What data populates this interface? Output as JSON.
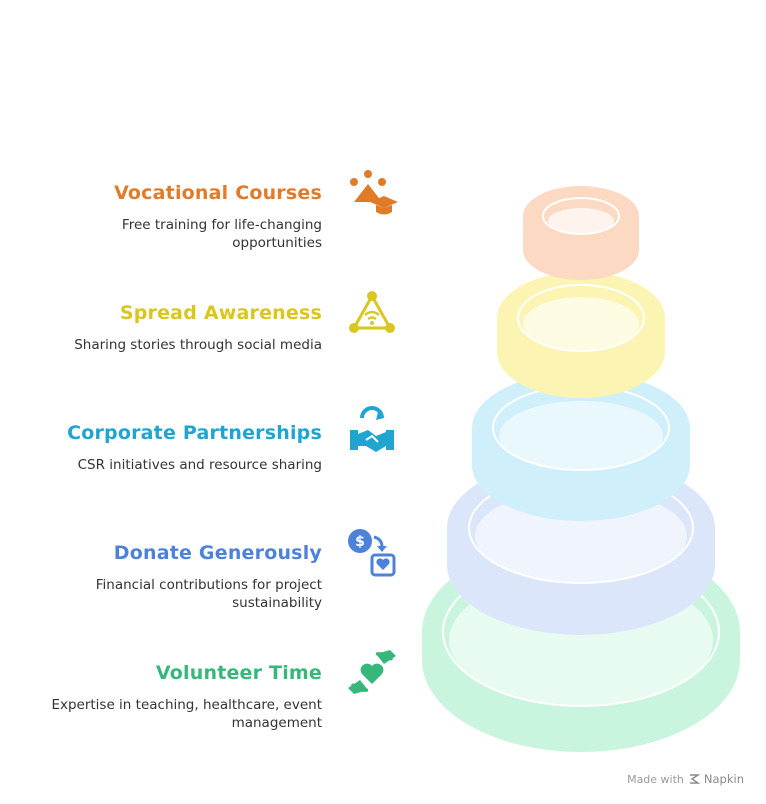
{
  "items": [
    {
      "title": "Vocational Courses",
      "description_lines": [
        "Free training for life-changing",
        "opportunities"
      ],
      "color": "#E07B2A",
      "icon": "training-icon"
    },
    {
      "title": "Spread Awareness",
      "description_lines": [
        "Sharing stories through social media"
      ],
      "color": "#D9C61E",
      "icon": "network-share-icon"
    },
    {
      "title": "Corporate Partnerships",
      "description_lines": [
        "CSR initiatives and resource sharing"
      ],
      "color": "#1FA5CF",
      "icon": "handshake-icon"
    },
    {
      "title": "Donate Generously",
      "description_lines": [
        "Financial contributions for project",
        "sustainability"
      ],
      "color": "#4E82DA",
      "icon": "donation-icon"
    },
    {
      "title": "Volunteer Time",
      "description_lines": [
        "Expertise in teaching, healthcare, event",
        "management"
      ],
      "color": "#37B87A",
      "icon": "helping-hands-icon"
    }
  ],
  "ring_colors": [
    "#FBD9C3",
    "#FBF4B3",
    "#CFEFFB",
    "#DCE6FB",
    "#C9F5DF"
  ],
  "footer": {
    "prefix": "Made with",
    "brand": "Napkin"
  }
}
